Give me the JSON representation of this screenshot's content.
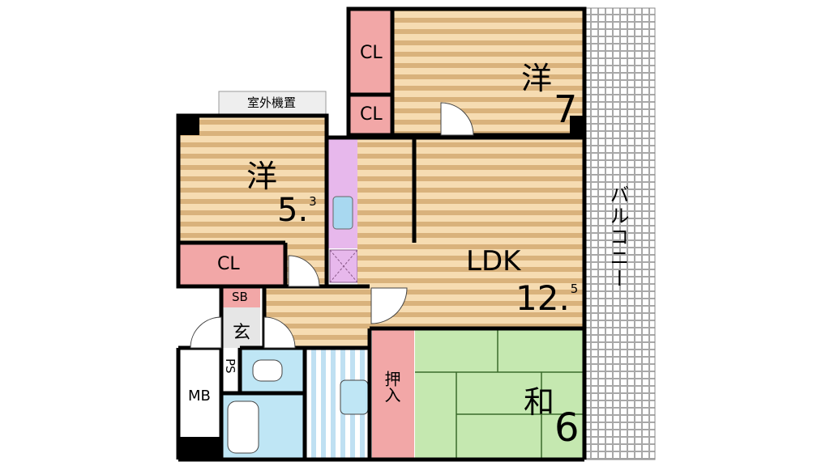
{
  "rooms": {
    "western_7": {
      "kanji": "洋",
      "size": "7"
    },
    "western_5_3": {
      "kanji": "洋",
      "size": "5.",
      "frac": "3"
    },
    "ldk": {
      "name": "LDK",
      "size": "12.",
      "frac": "5"
    },
    "japanese_6": {
      "kanji": "和",
      "size": "6"
    }
  },
  "storage": {
    "cl_top": "CL",
    "cl_mid": "CL",
    "cl_left": "CL",
    "oshiire": "押入",
    "sb": "SB",
    "ps": "PS",
    "mb": "MB"
  },
  "entrance": "玄",
  "balcony": "バルコニー",
  "outdoor_unit": "室外機置",
  "colors": {
    "wall": "#000000",
    "floor_light": "#f6dcb2",
    "floor_stripe": "#d9b27c",
    "closet": "#f2a7a7",
    "tatami": "#c5e8b0",
    "bath": "#bfe6f5",
    "kitchen": "#e7b8ec",
    "balcony_grid": "#b5b5b5"
  }
}
